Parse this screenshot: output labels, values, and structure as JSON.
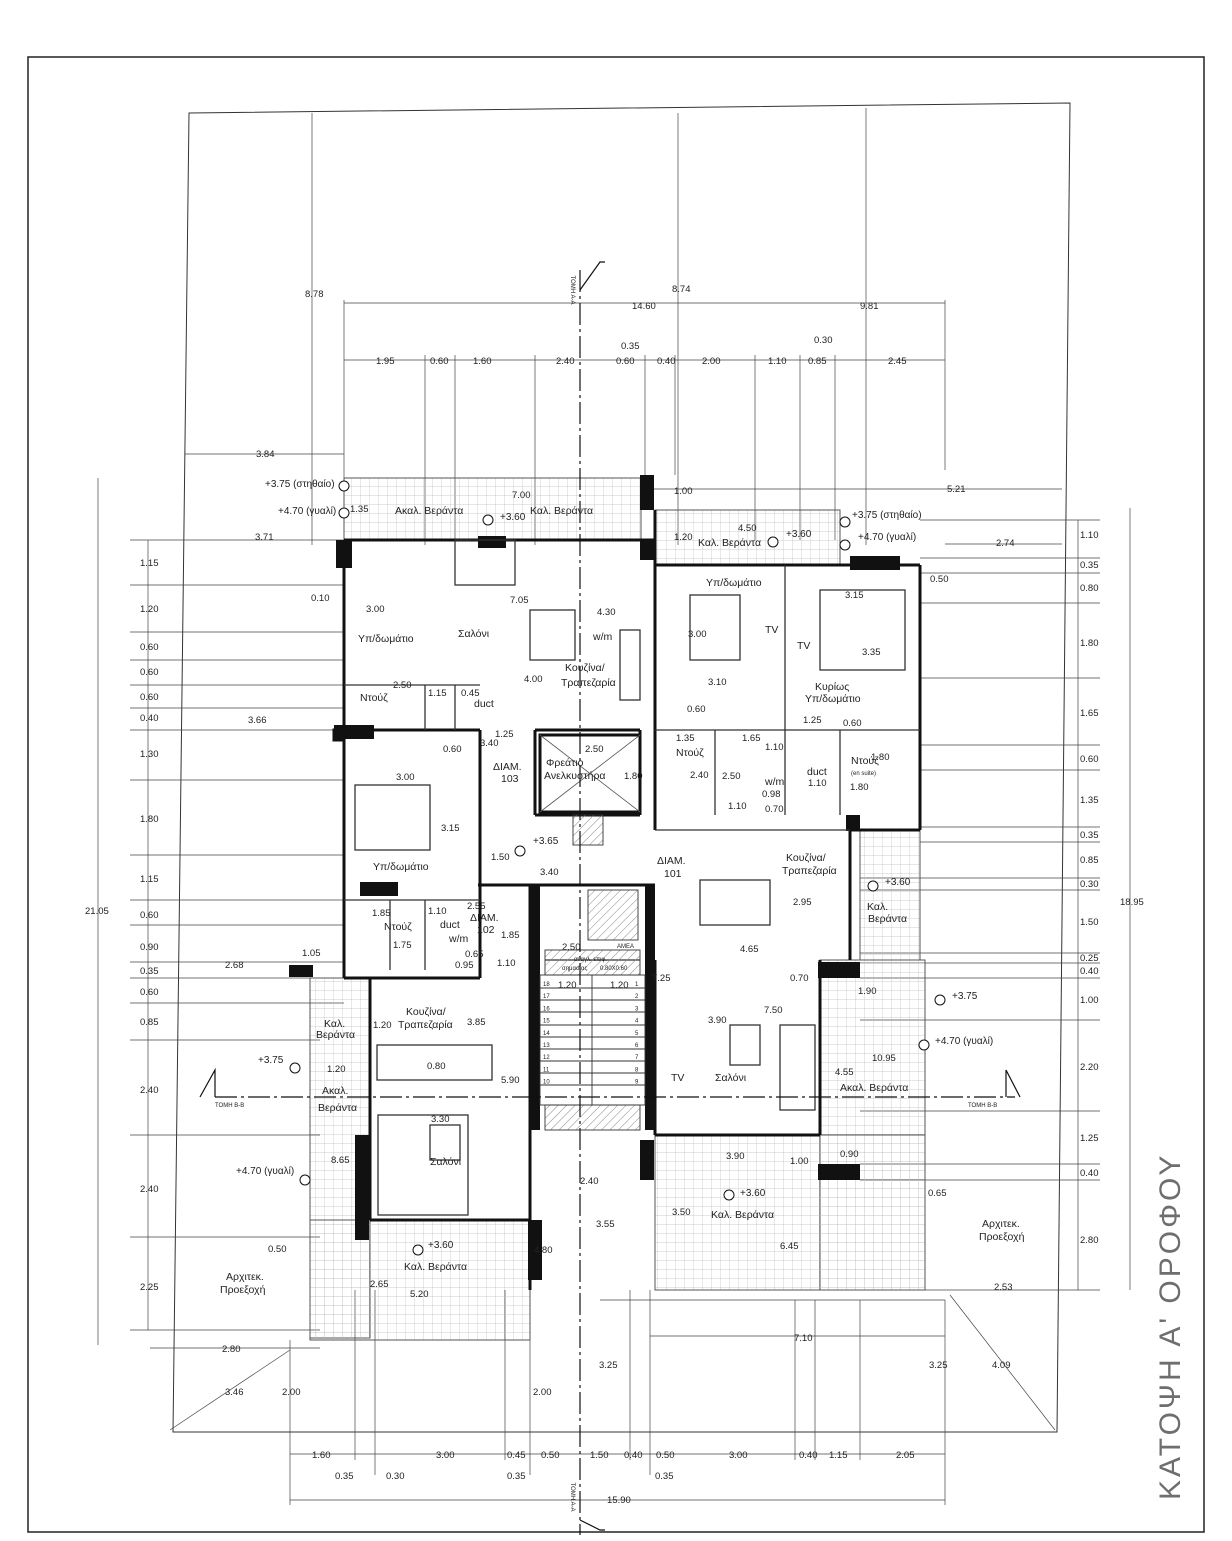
{
  "title": "ΚΑΤΟΨΗ Α' ΟΡΟΦΟΥ",
  "sections": {
    "aa_top": "ΤΟΜΗ Α-Α",
    "aa_bottom": "ΤΟΜΗ Α-Α",
    "bb_left": "ΤΟΜΗ Β-Β",
    "bb_right": "ΤΟΜΗ Β-Β"
  },
  "rooms": {
    "veranda_top_left": "Ακαλ. Βεράντα",
    "veranda_top_left_2": "Καλ. Βεράντα",
    "veranda_top_right": "Καλ. Βεράντα",
    "bedroom_a": "Υπ/δωμάτιο",
    "saloni_a": "Σαλόνι",
    "wm_a": "w/m",
    "kitchen_a_1": "Κουζίνα/",
    "kitchen_a_2": "Τραπεζαρία",
    "shower_a": "Ντούζ",
    "duct_a": "duct",
    "bedroom_b": "Υπ/δωμάτιο",
    "master_1": "Κυρίως",
    "master_2": "Υπ/δωμάτιο",
    "tv_1": "TV",
    "tv_2": "TV",
    "tv_3": "TV",
    "shower_b": "Ντούζ",
    "shower_en_suite_1": "Ντούζ",
    "shower_en_suite_2": "(en suite)",
    "wm_b": "w/m",
    "duct_b": "duct",
    "diam103_1": "ΔΙΑΜ.",
    "diam103_2": "103",
    "lift_1": "Φρεάτιο",
    "lift_2": "Ανελκυστήρα",
    "bedroom_c": "Υπ/δωμάτιο",
    "diam101_1": "ΔΙΑΜ.",
    "diam101_2": "101",
    "kitchen_b_1": "Κουζίνα/",
    "kitchen_b_2": "Τραπεζαρία",
    "kal_veranda_right_1": "Καλ.",
    "kal_veranda_right_2": "Βεράντα",
    "shower_c": "Ντούζ",
    "duct_c": "duct",
    "wm_c": "w/m",
    "diam102_1": "ΔΙΑΜ.",
    "diam102_2": "102",
    "amea": "ΑΜΕΑ",
    "kal_veranda_left_1": "Καλ.",
    "kal_veranda_left_2": "Βεράντα",
    "kitchen_c_1": "Κουζίνα/",
    "kitchen_c_2": "Τραπεζαρία",
    "akal_veranda_left_1": "Ακαλ.",
    "akal_veranda_left_2": "Βεράντα",
    "saloni_b": "Σαλόνι",
    "saloni_c": "Σαλόνι",
    "akal_veranda_right": "Ακαλ. Βεράντα",
    "kal_veranda_bottom_left": "Καλ. Βεράντα",
    "kal_veranda_bottom_right": "Καλ. Βεράντα",
    "arch_left_1": "Αρχιτεκ.",
    "arch_left_2": "Προεξοχή",
    "arch_right_1": "Αρχιτεκ.",
    "arch_right_2": "Προεξοχή",
    "riser_1": "αναγλ. επιφ.",
    "riser_2": "σημασίας",
    "riser_3": "0.80X0.60"
  },
  "levels": {
    "parapet_left": "+3.75 (στηθαίο)",
    "glass_left": "+4.70 (γυαλί)",
    "v_top_left": "+3.60",
    "v_top_right": "+3.60",
    "parapet_right": "+3.75 (στηθαίο)",
    "glass_right": "+4.70 (γυαλί)",
    "landing": "+3.65",
    "v_right_mid": "+3.60",
    "right_375": "+3.75",
    "right_470": "+4.70 (γυαλί)",
    "left_375": "+3.75",
    "left_470": "+4.70 (γυαλί)",
    "v_bottom_left": "+3.60",
    "v_bottom_right": "+3.60"
  },
  "dims": {
    "d878": "8.78",
    "d874": "8.74",
    "d1460": "14.60",
    "d981": "9.81",
    "d035t": "0.35",
    "d030t": "0.30",
    "d195": "1.95",
    "d060a": "0.60",
    "d160": "1.60",
    "d240": "2.40",
    "d060b": "0.60",
    "d040": "0.40",
    "d200": "2.00",
    "d110": "1.10",
    "d085": "0.85",
    "d245": "2.45",
    "d384": "3.84",
    "d521": "5.21",
    "d100": "1.00",
    "d700": "7.00",
    "d135": "1.35",
    "d371": "3.71",
    "d450": "4.50",
    "d120": "1.20",
    "d274": "2.74",
    "d050": "0.50",
    "l115": "1.15",
    "l120": "1.20",
    "l060": "0.60",
    "l060b": "0.60",
    "l060c": "0.60",
    "l040": "0.40",
    "l130": "1.30",
    "l180": "1.80",
    "l115b": "1.15",
    "l060d": "0.60",
    "l090": "0.90",
    "l035": "0.35",
    "l060e": "0.60",
    "l085": "0.85",
    "l240": "2.40",
    "l240b": "2.40",
    "l225": "2.25",
    "l2105": "21.05",
    "r110": "1.10",
    "r035": "0.35",
    "r080": "0.80",
    "r180": "1.80",
    "r165": "1.65",
    "r060": "0.60",
    "r135": "1.35",
    "r035b": "0.35",
    "r085": "0.85",
    "r030": "0.30",
    "r150": "1.50",
    "r025": "0.25",
    "r040": "0.40",
    "r100": "1.00",
    "r220": "2.20",
    "r125": "1.25",
    "r040b": "0.40",
    "r280": "2.80",
    "r1895": "18.95",
    "i010": "0.10",
    "i300a": "3.00",
    "i705": "7.05",
    "i430": "4.30",
    "i300b": "3.00",
    "i315": "3.15",
    "i335": "3.35",
    "i250": "2.50",
    "i115": "1.15",
    "i045": "0.45",
    "i400": "4.00",
    "i310": "3.10",
    "i060": "0.60",
    "i366": "3.66",
    "i125": "1.25",
    "i340": "3.40",
    "i250b": "2.50",
    "i180": "1.80",
    "i135": "1.35",
    "i165": "1.65",
    "i110": "1.10",
    "i240": "2.40",
    "i250c": "2.50",
    "i125b": "1.25",
    "i060b": "0.60",
    "i180b": "1.80",
    "i110b": "1.10",
    "i180c": "1.80",
    "i098": "0.98",
    "i070": "0.70",
    "i110c": "1.10",
    "i060c": "0.60",
    "i300c": "3.00",
    "i315b": "3.15",
    "i150": "1.50",
    "i340b": "3.40",
    "i185": "1.85",
    "i110d": "1.10",
    "i255": "2.55",
    "i185b": "1.85",
    "i175": "1.75",
    "i065": "0.65",
    "i095": "0.95",
    "i105": "1.05",
    "i268": "2.68",
    "i110e": "1.10",
    "i250d": "2.50",
    "i465": "4.65",
    "i295": "2.95",
    "i120": "1.20",
    "i120b": "1.20",
    "i070b": "0.70",
    "i725": "7.25",
    "i190": "1.90",
    "i120c": "1.20",
    "i385": "3.85",
    "i390": "3.90",
    "i750": "7.50",
    "i080": "0.80",
    "i590": "5.90",
    "i120d": "1.20",
    "i330": "3.30",
    "i865": "8.65",
    "i455": "4.55",
    "i1095": "10.95",
    "i390b": "3.90",
    "i100": "1.00",
    "i090": "0.90",
    "i240b": "2.40",
    "i355": "3.55",
    "i350": "3.50",
    "i645": "6.45",
    "i065b": "0.65",
    "i480": "4.80",
    "i265": "2.65",
    "i520": "5.20",
    "i050": "0.50",
    "i280": "2.80",
    "i253": "2.53",
    "i710": "7.10",
    "i325": "3.25",
    "i325b": "3.25",
    "i346": "3.46",
    "i200": "2.00",
    "i200b": "2.00",
    "i409": "4.09",
    "b160": "1.60",
    "b300": "3.00",
    "b045": "0.45",
    "b050": "0.50",
    "b150": "1.50",
    "b040": "0.40",
    "b050b": "0.50",
    "b300b": "3.00",
    "b040b": "0.40",
    "b115": "1.15",
    "b205": "2.05",
    "b035": "0.35",
    "b030": "0.30",
    "b035b": "0.35",
    "b035c": "0.35",
    "b1590": "15.90"
  },
  "stair_numbers": [
    "18",
    "17",
    "16",
    "15",
    "14",
    "13",
    "12",
    "11",
    "10",
    "1",
    "2",
    "3",
    "4",
    "5",
    "6",
    "7",
    "8",
    "9"
  ],
  "colors": {
    "line": "#222222",
    "wall": "#111111",
    "hatch": "#bbbbbb",
    "title": "#6e6e6e"
  }
}
